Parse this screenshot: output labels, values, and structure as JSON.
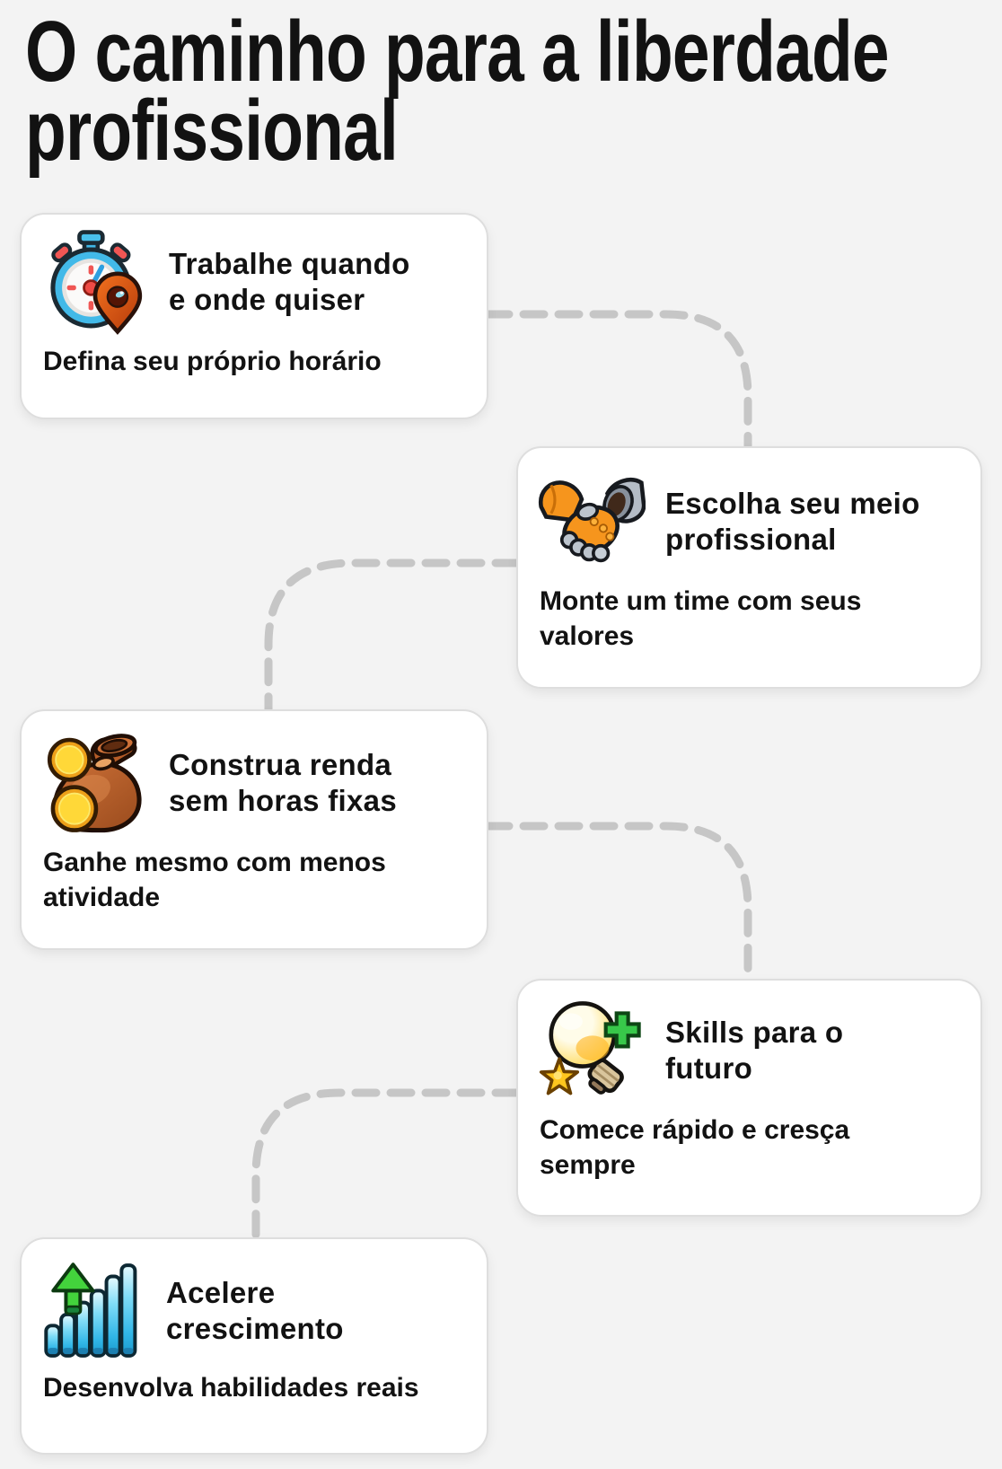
{
  "page": {
    "background_color": "#f3f3f3",
    "card_background": "#ffffff",
    "card_border_color": "#dedede",
    "text_color": "#121212",
    "connector_color": "#c6c6c6"
  },
  "title": {
    "line1": "O caminho para a liberdade",
    "line2": "profissional"
  },
  "cards": [
    {
      "id": "work-anywhere",
      "icon": "stopwatch-location-pin-icon",
      "icon_colors": {
        "watch_blue": "#42b9e8",
        "pin_orange": "#e0531a",
        "accent_red": "#ef5350"
      },
      "heading_lines": [
        "Trabalhe quando",
        "e onde quiser"
      ],
      "subtitle_lines": [
        "Defina seu próprio horário"
      ]
    },
    {
      "id": "choose-medium",
      "icon": "handshake-icon",
      "icon_colors": {
        "glove_orange": "#f6951d",
        "gauntlet_silver": "#b4bcc6"
      },
      "heading_lines": [
        "Escolha seu meio",
        "profissional"
      ],
      "subtitle_lines": [
        "Monte um time com seus",
        "valores"
      ]
    },
    {
      "id": "build-income",
      "icon": "money-bag-coins-icon",
      "icon_colors": {
        "bag_brown": "#b75d28",
        "coin_gold": "#ffd838"
      },
      "heading_lines": [
        "Construa renda",
        "sem horas fixas"
      ],
      "subtitle_lines": [
        "Ganhe mesmo com menos",
        "atividade"
      ]
    },
    {
      "id": "future-skills",
      "icon": "lightbulb-plus-star-icon",
      "icon_colors": {
        "bulb_yellow": "#ffd23e",
        "plus_green": "#38c84a",
        "star_gold": "#ffc61e"
      },
      "heading_lines": [
        "Skills para o",
        "futuro"
      ],
      "subtitle_lines": [
        "Comece rápido e cresça",
        "sempre"
      ]
    },
    {
      "id": "accelerate-growth",
      "icon": "growth-bar-chart-arrow-icon",
      "icon_colors": {
        "bar_cyan": "#32b7e8",
        "arrow_green": "#43d33c"
      },
      "heading_lines": [
        "Acelere",
        "crescimento"
      ],
      "subtitle_lines": [
        "Desenvolva habilidades reais"
      ]
    }
  ]
}
